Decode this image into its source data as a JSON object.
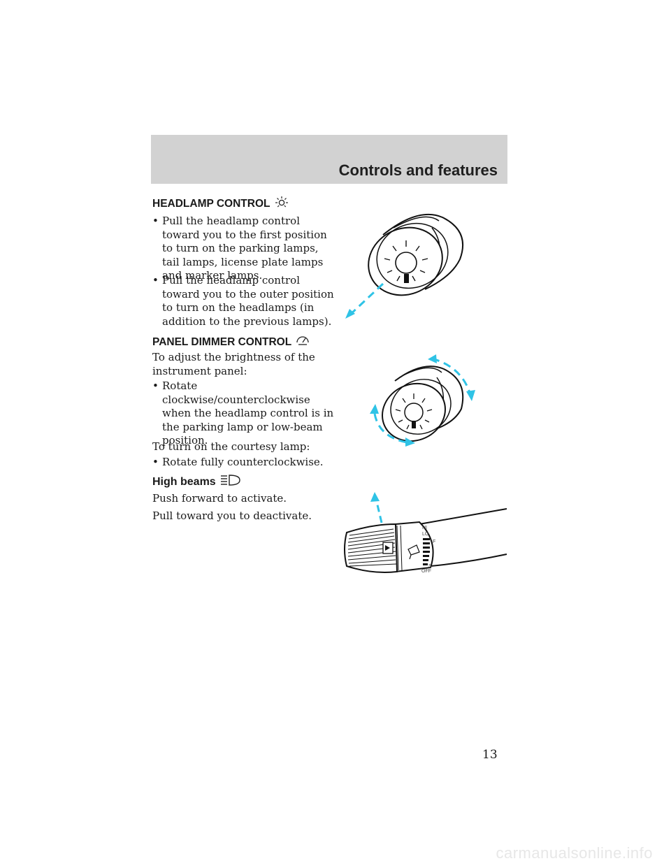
{
  "header": {
    "title": "Controls and features"
  },
  "headlamp": {
    "heading": "HEADLAMP CONTROL",
    "bullets": [
      "Pull the headlamp control toward you to the first position to turn on the parking lamps, tail lamps, license plate lamps and marker lamps.",
      "Pull the headlamp control toward you to the outer position to turn on the headlamps (in addition to the previous lamps)."
    ]
  },
  "dimmer": {
    "heading": "PANEL DIMMER CONTROL",
    "intro": "To adjust the brightness of the instrument panel:",
    "bullet1": "Rotate clockwise/counterclockwise when the headlamp control is in the parking lamp or low-beam position.",
    "courtesy": "To turn on the courtesy lamp:",
    "bullet2": "Rotate fully counterclockwise."
  },
  "highbeams": {
    "heading": "High beams",
    "line1": "Push forward to activate.",
    "line2": "Pull toward you to deactivate."
  },
  "stalk_labels": {
    "hi": "HI",
    "lo": "LO",
    "f": "F",
    "s": "S",
    "off": "OFF"
  },
  "bullet_char": "•",
  "page_number": "13",
  "watermark": "carmanualsonline.info",
  "colors": {
    "arrow": "#2fc3e6",
    "header_bg": "#d2d2d2"
  }
}
